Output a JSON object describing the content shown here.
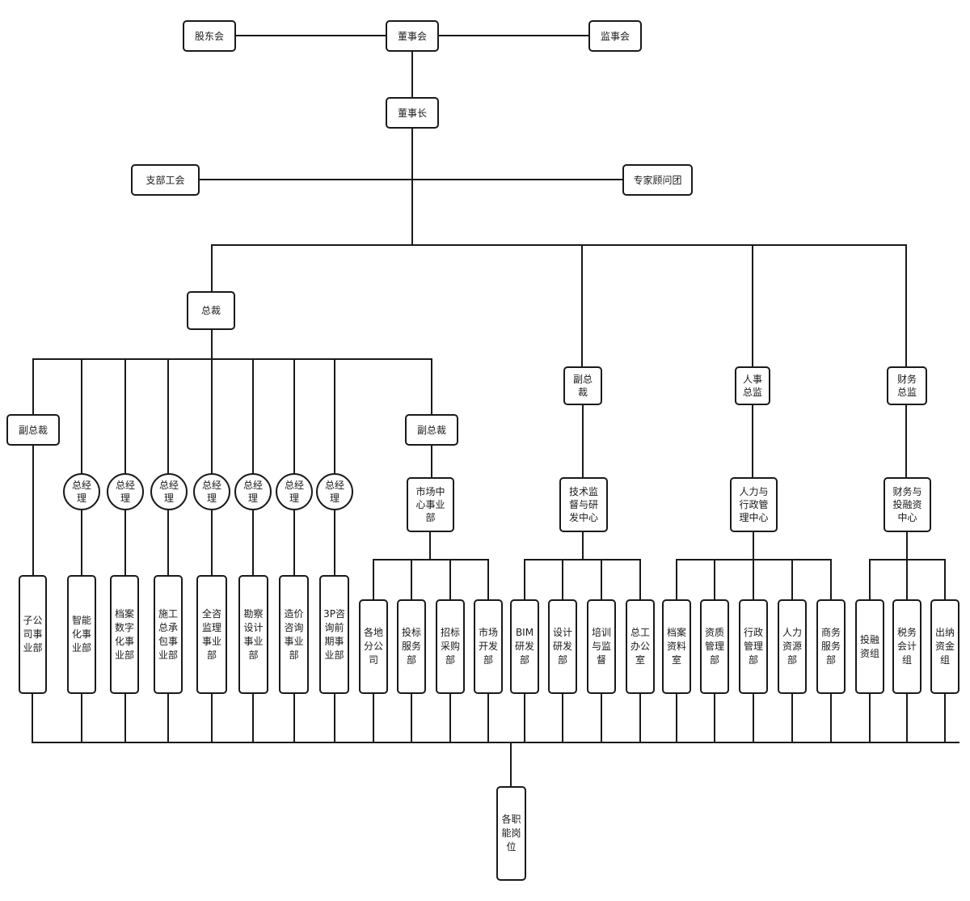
{
  "nodes": {
    "shareholders": "股东会",
    "board": "董事会",
    "supervisors": "监事会",
    "chairman": "董事长",
    "union": "支部工会",
    "experts": "专家顾问团",
    "president": "总裁",
    "vp_tech": "副总\n裁",
    "hr_director": "人事\n总监",
    "fin_director": "财务\n总监",
    "vp_left": "副总裁",
    "vp_market": "副总裁",
    "gm1": "总经\n理",
    "gm2": "总经\n理",
    "gm3": "总经\n理",
    "gm4": "总经\n理",
    "gm5": "总经\n理",
    "gm6": "总经\n理",
    "gm7": "总经\n理",
    "market_center": "市场中\n心事业\n部",
    "tech_center": "技术监\n督与研\n发中心",
    "hr_center": "人力与\n行政管\n理中心",
    "fin_center": "财务与\n投融资\n中心",
    "d_sub": "子公司事业部",
    "d_smart": "智能化事业部",
    "d_archive_digital": "档案数字化事业部",
    "d_construction": "施工总承包事业部",
    "d_consult": "全咨监理事业部",
    "d_survey": "勘察设计事业部",
    "d_cost": "造价咨询事业部",
    "d_3p": "3P咨询前期事业部",
    "d_branch": "各地分公司",
    "d_bid_service": "投标服务部",
    "d_procure": "招标采购部",
    "d_market_dev": "市场开发部",
    "d_bim": "BIM研发部",
    "d_design_rd": "设计研发部",
    "d_train": "培训与监督",
    "d_chief_eng": "总工办公室",
    "d_archive_room": "档案资料室",
    "d_quality": "资质管理部",
    "d_admin": "行政管理部",
    "d_hr": "人力资源部",
    "d_business": "商务服务部",
    "d_invest": "投融资组",
    "d_tax": "税务会计组",
    "d_cashier": "出纳资金组",
    "positions": "各职能岗位"
  },
  "colors": {
    "line": "#1a1a1a",
    "box_border": "#1a1a1a",
    "background": "#ffffff"
  }
}
